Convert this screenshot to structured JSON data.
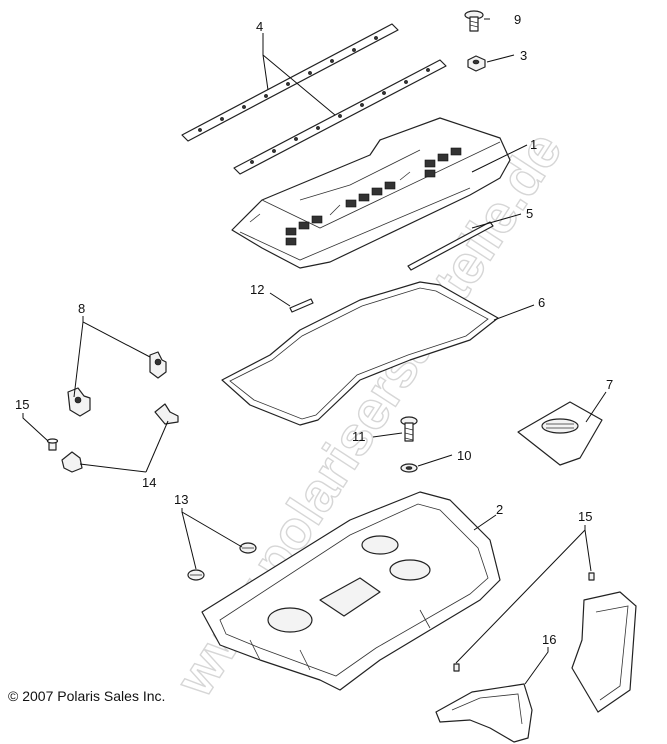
{
  "watermark": "www.polarisersatzteile.de",
  "copyright": "© 2007 Polaris Sales Inc.",
  "callouts": {
    "c1": "1",
    "c2": "2",
    "c3": "3",
    "c4": "4",
    "c5": "5",
    "c6": "6",
    "c7": "7",
    "c8": "8",
    "c9": "9",
    "c10": "10",
    "c11": "11",
    "c12": "12",
    "c13": "13",
    "c14": "14",
    "c15a": "15",
    "c15b": "15",
    "c16": "16"
  }
}
